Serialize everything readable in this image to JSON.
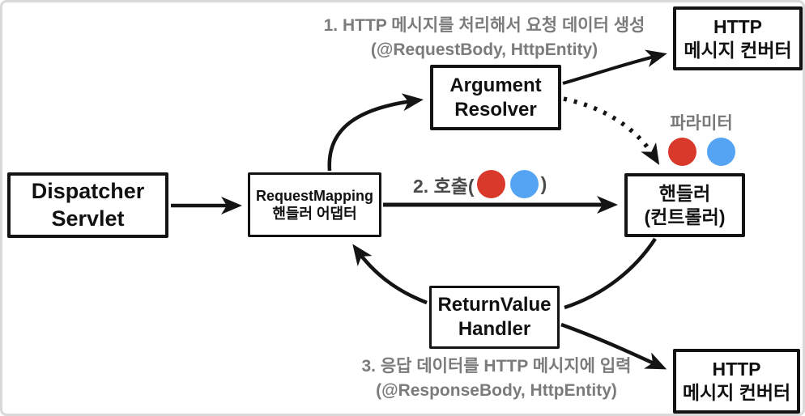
{
  "diagram": {
    "title_semantic": "Spring MVC RequestMappingHandlerAdapter flow",
    "colors": {
      "red": "#d8392b",
      "blue": "#55a4f3",
      "gray_text": "#7b7b7b",
      "dark_text": "#4a4a4a",
      "box_border": "#131313",
      "frame_border": "#d9d9d9"
    },
    "boxes": {
      "dispatcher_servlet": {
        "line1": "Dispatcher",
        "line2": "Servlet"
      },
      "request_mapping_adapter": {
        "line1": "RequestMapping",
        "line2": "핸들러 어댑터"
      },
      "argument_resolver": {
        "line1": "Argument",
        "line2": "Resolver"
      },
      "http_converter_top": {
        "line1": "HTTP",
        "line2": "메시지 컨버터"
      },
      "handler": {
        "line1": "핸들러",
        "line2": "(컨트롤러)"
      },
      "return_value_handler": {
        "line1": "ReturnValue",
        "line2": "Handler"
      },
      "http_converter_bottom": {
        "line1": "HTTP",
        "line2": "메시지 컨버터"
      }
    },
    "annotations": {
      "step1": {
        "line1": "1. HTTP 메시지를 처리해서 요청 데이터 생성",
        "line2": "(@RequestBody, HttpEntity)"
      },
      "step2": {
        "prefix": "2. 호출(",
        "suffix": ")"
      },
      "step3": {
        "line1": "3. 응답 데이터를 HTTP 메시지에 입력",
        "line2": "(@ResponseBody, HttpEntity)"
      },
      "parameter_label": "파라미터"
    }
  }
}
